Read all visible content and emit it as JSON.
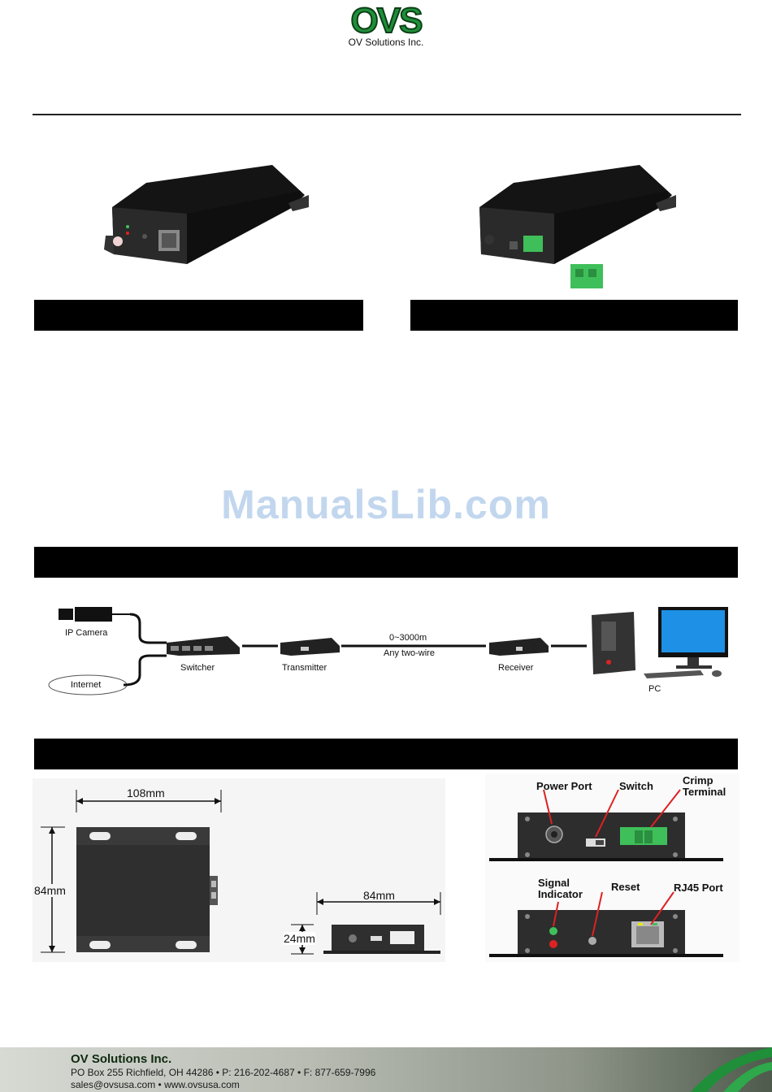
{
  "logo": {
    "mark": "OVS",
    "company": "OV Solutions Inc."
  },
  "watermark": "ManualsLib.com",
  "connection_diagram": {
    "ip_camera": "IP Camera",
    "internet": "Internet",
    "switcher": "Switcher",
    "transmitter": "Transmitter",
    "distance": "0~3000m",
    "wire": "Any two-wire",
    "receiver": "Receiver",
    "pc": "PC"
  },
  "dimensions": {
    "top_width": "108mm",
    "top_height": "84mm",
    "front_width": "84mm",
    "front_height": "24mm"
  },
  "panel_callouts": {
    "power_port": "Power Port",
    "switch": "Switch",
    "crimp_terminal": "Crimp\nTerminal",
    "signal_indicator": "Signal\nIndicator",
    "reset": "Reset",
    "rj45_port": "RJ45 Port"
  },
  "footer": {
    "company": "OV Solutions Inc.",
    "address_line": "PO Box 255 Richfield, OH 44286  •  P: 216-202-4687 • F: 877-659-7996",
    "web_line": "sales@ovsusa.com  •  www.ovsusa.com"
  },
  "colors": {
    "bar": "#000000",
    "brand_green": "#1f8f3a",
    "device": "#1c1c1c",
    "terminal_green": "#3fbf5a"
  }
}
